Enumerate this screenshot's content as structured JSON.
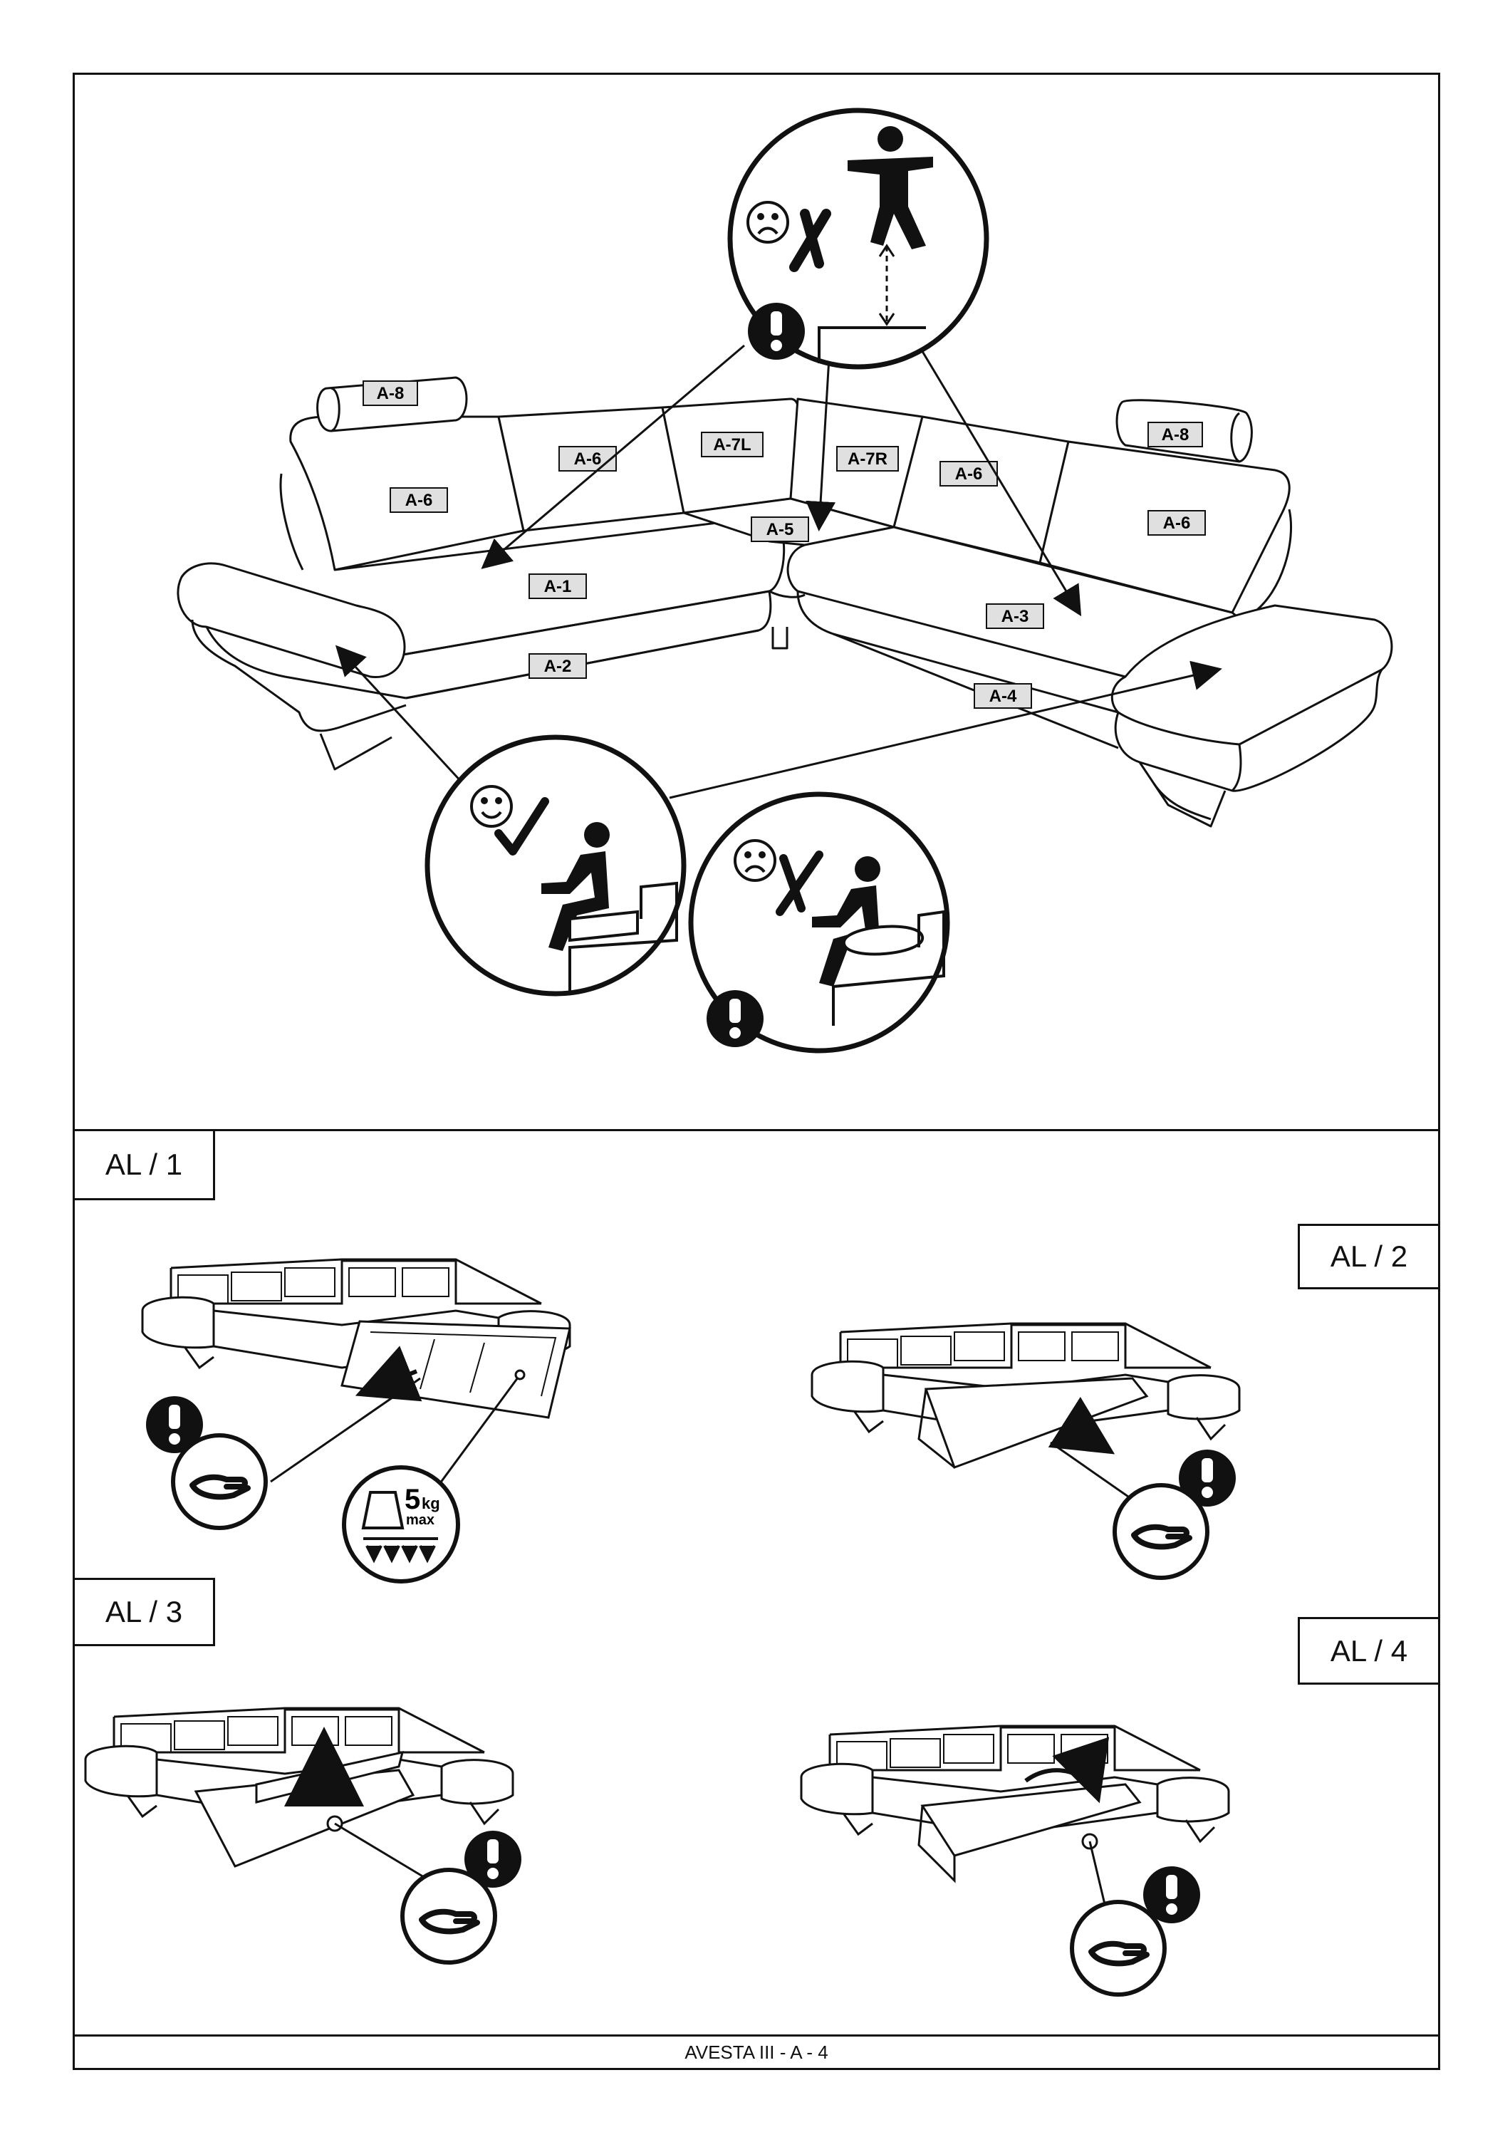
{
  "main": {
    "part_labels": [
      {
        "key": "a8_left",
        "text": "A-8"
      },
      {
        "key": "a8_right",
        "text": "A-8"
      },
      {
        "key": "a6_1",
        "text": "A-6"
      },
      {
        "key": "a6_2",
        "text": "A-6"
      },
      {
        "key": "a6_3",
        "text": "A-6"
      },
      {
        "key": "a6_4",
        "text": "A-6"
      },
      {
        "key": "a7l",
        "text": "A-7L"
      },
      {
        "key": "a7r",
        "text": "A-7R"
      },
      {
        "key": "a5",
        "text": "A-5"
      },
      {
        "key": "a1",
        "text": "A-1"
      },
      {
        "key": "a2",
        "text": "A-2"
      },
      {
        "key": "a3",
        "text": "A-3"
      },
      {
        "key": "a4",
        "text": "A-4"
      }
    ]
  },
  "steps": {
    "step1": "AL / 1",
    "step2": "AL / 2",
    "step3": "AL / 3",
    "step4": "AL / 4"
  },
  "weight": {
    "value": "5",
    "unit": "kg",
    "max": "max"
  },
  "icons": [
    "warning-icon",
    "sad-face-icon",
    "happy-face-icon",
    "cross-mark-icon",
    "check-mark-icon",
    "standing-person-icon",
    "seated-person-icon",
    "hand-icon",
    "weight-icon"
  ],
  "footer": {
    "text": "AVESTA III - A - 4"
  }
}
